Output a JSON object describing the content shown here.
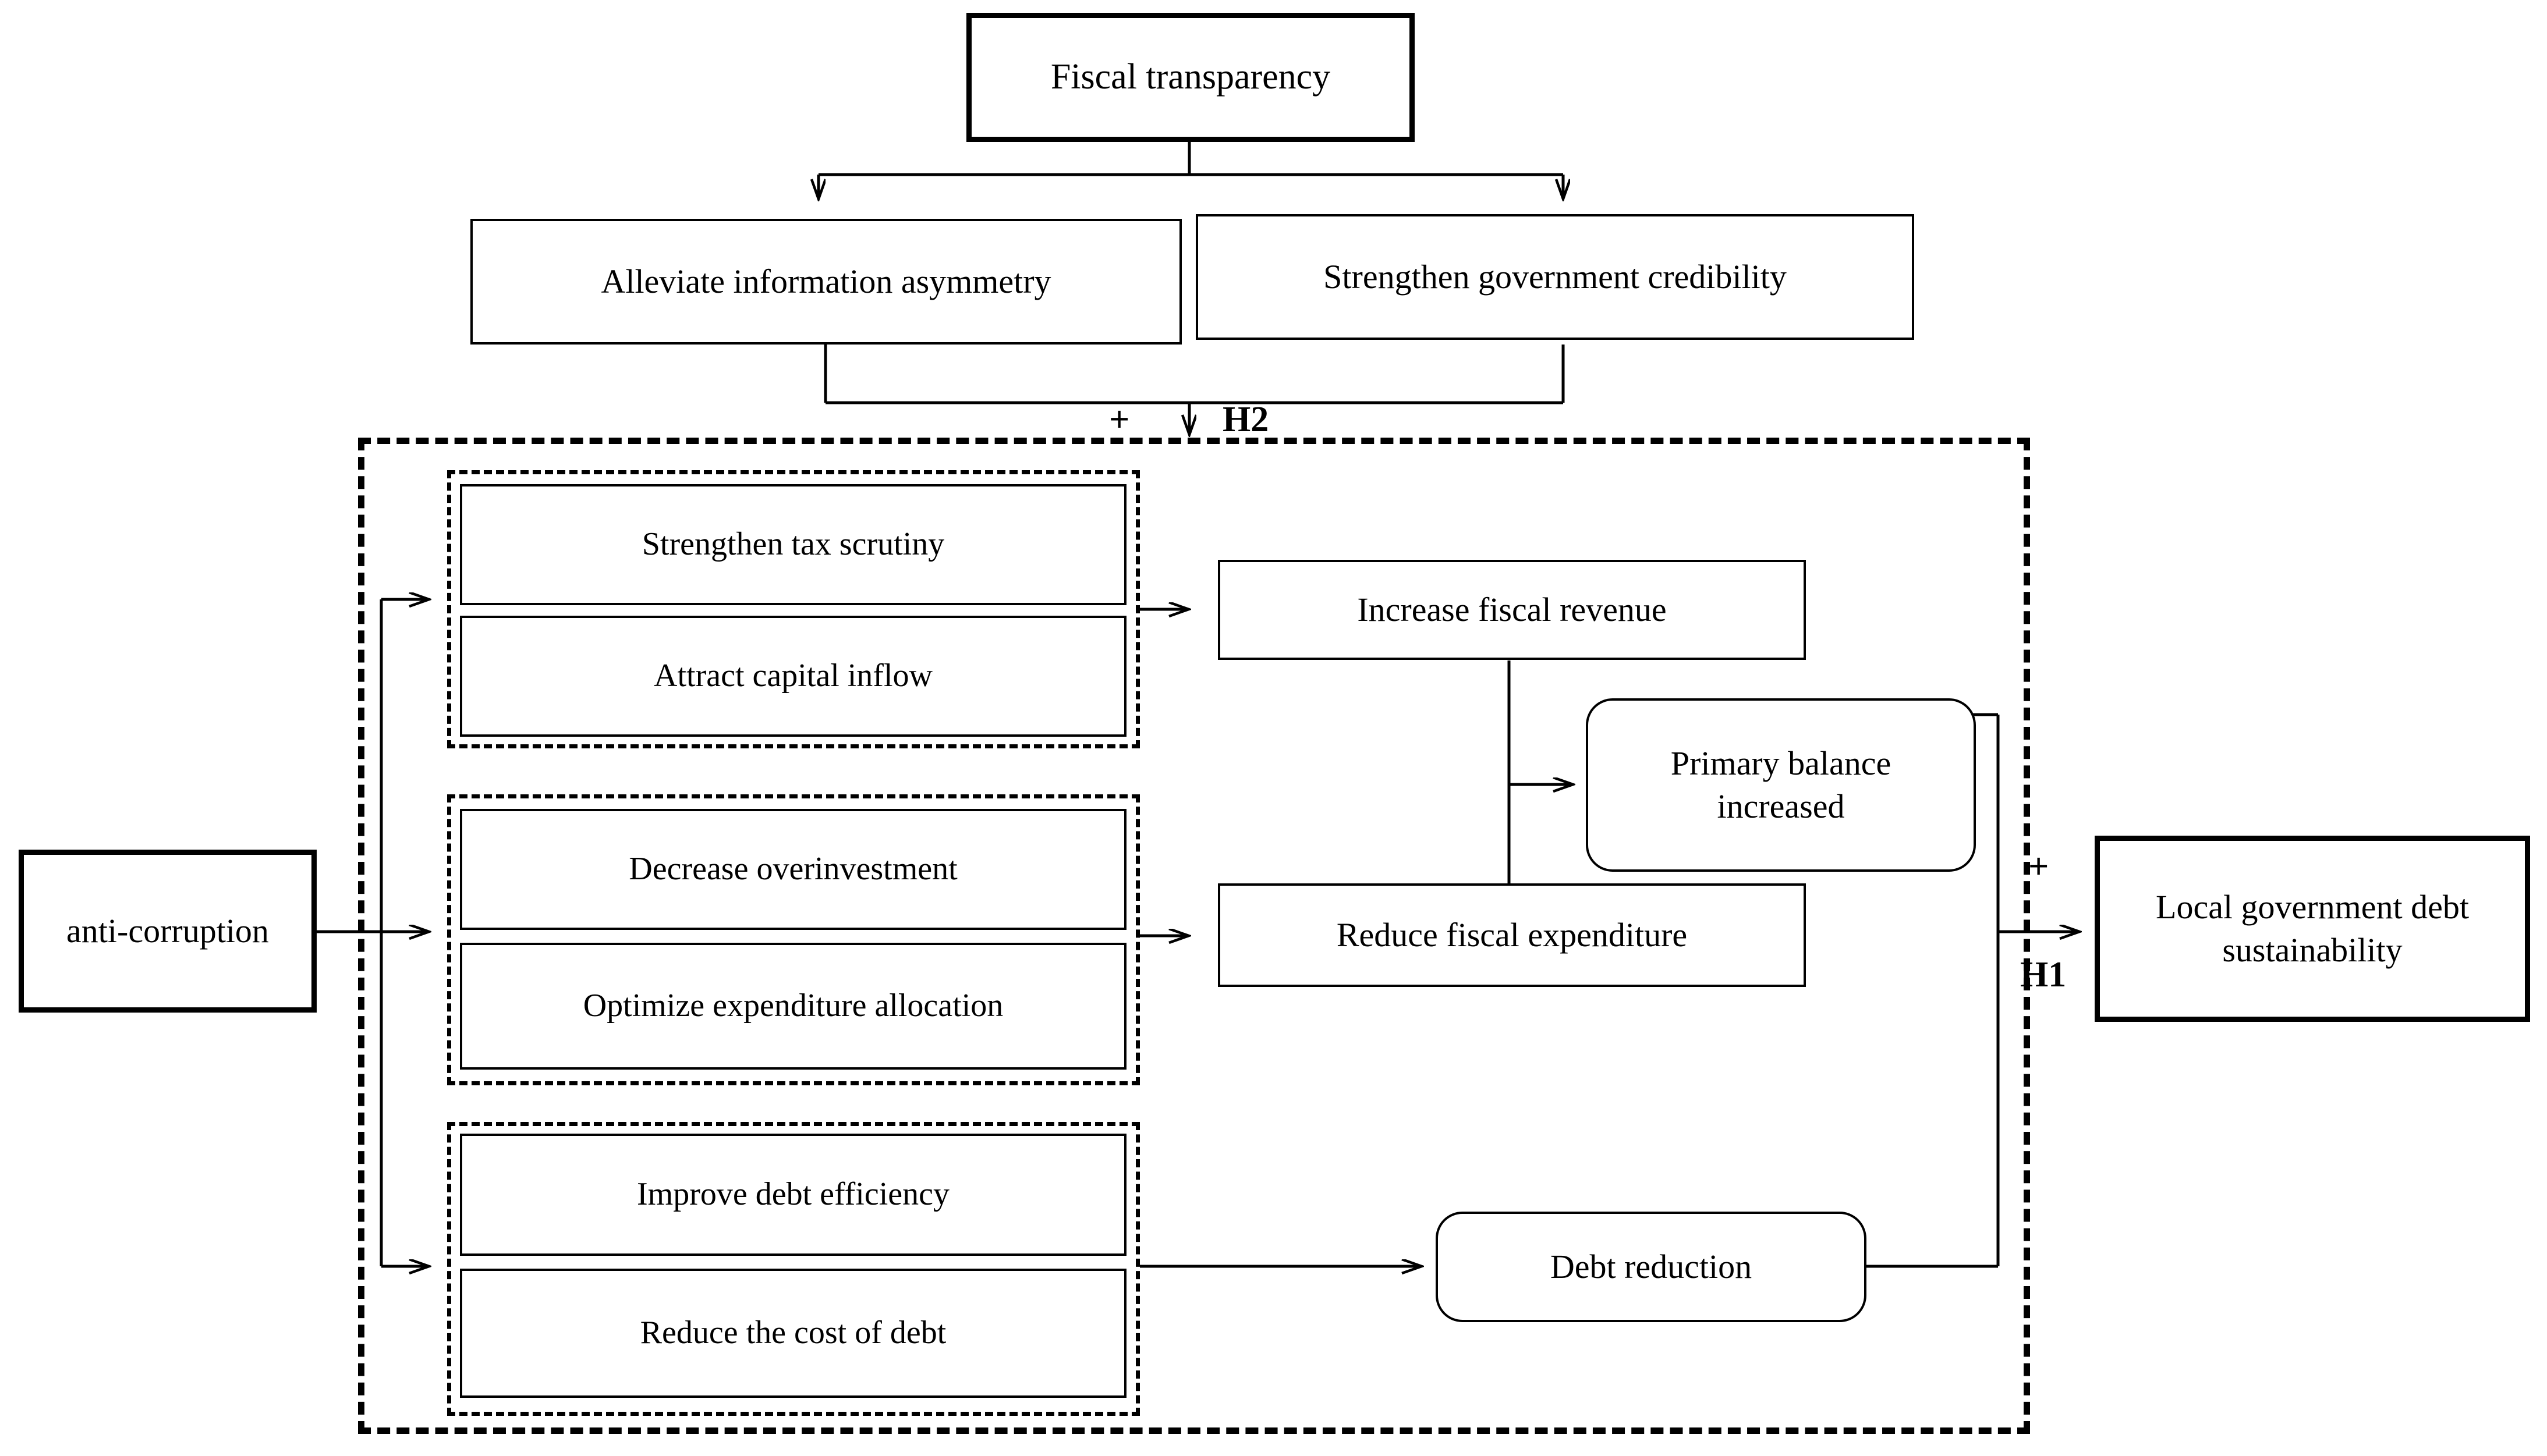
{
  "diagram": {
    "title_node": {
      "label": "Fiscal transparency"
    },
    "mechanism_nodes": [
      {
        "label": "Alleviate information asymmetry"
      },
      {
        "label": "Strengthen government credibility"
      }
    ],
    "source_node": {
      "label": "anti-corruption"
    },
    "outcome_node": {
      "label": "Local government debt sustainability"
    },
    "groups": [
      {
        "items": [
          {
            "label": "Strengthen tax scrutiny"
          },
          {
            "label": "Attract capital inflow"
          }
        ]
      },
      {
        "items": [
          {
            "label": "Decrease overinvestment"
          },
          {
            "label": "Optimize expenditure allocation"
          }
        ]
      },
      {
        "items": [
          {
            "label": "Improve debt efficiency"
          },
          {
            "label": "Reduce the cost of debt"
          }
        ]
      }
    ],
    "intermediate_nodes": [
      {
        "label": "Increase fiscal revenue"
      },
      {
        "label": "Reduce fiscal expenditure"
      }
    ],
    "result_nodes": [
      {
        "label": "Primary balance increased"
      },
      {
        "label": "Debt reduction"
      }
    ],
    "annotations": {
      "plus_h2": "+",
      "hypothesis_h2": "H2",
      "plus_h1": "+",
      "hypothesis_h1": "H1"
    },
    "colors": {
      "ink": "#000000",
      "paper": "#ffffff"
    }
  }
}
